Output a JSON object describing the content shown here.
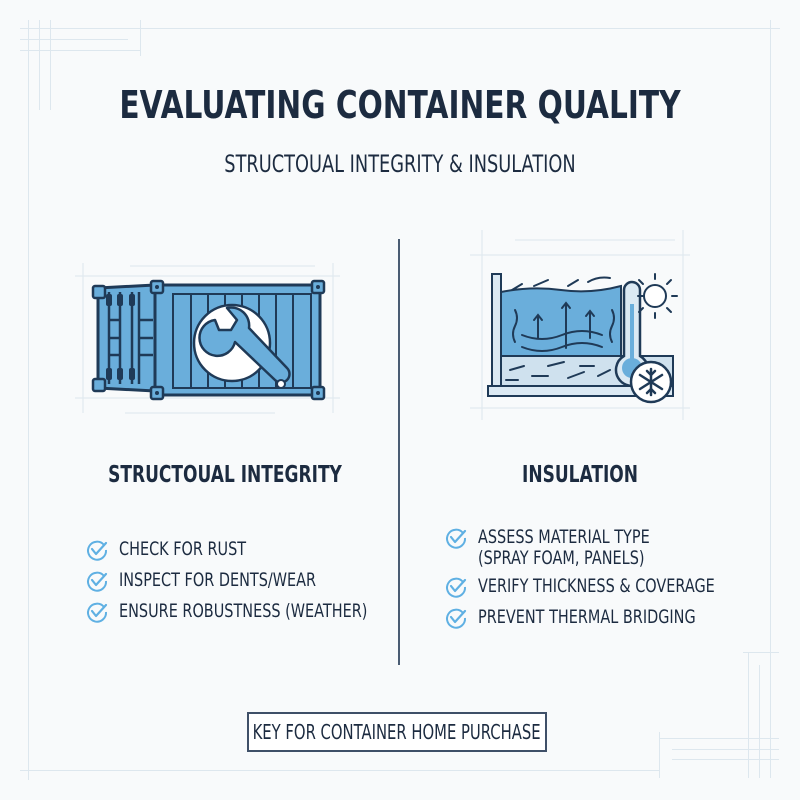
{
  "header": {
    "title": "EVALUATING CONTAINER QUALITY",
    "subtitle": "STRUCTOUAL INTEGRITY & INSULATION"
  },
  "columns": [
    {
      "heading": "STRUCTOUAL INTEGRITY",
      "illustration": "shipping-container-with-wrench",
      "items": [
        {
          "icon": "check-circle-icon",
          "text": "CHECK FOR RUST"
        },
        {
          "icon": "check-circle-icon",
          "text": "INSPECT FOR DENTS/WEAR"
        },
        {
          "icon": "check-circle-icon",
          "text": "ENSURE ROBUSTNESS (WEATHER)"
        }
      ]
    },
    {
      "heading": "INSULATION",
      "illustration": "insulated-wall-with-thermometer-sun-snowflake",
      "items": [
        {
          "icon": "check-circle-icon",
          "text": "ASSESS MATERIAL TYPE",
          "text2": "(SPRAY FOAM, PANELS)"
        },
        {
          "icon": "check-circle-icon",
          "text": "VERIFY THICKNESS & COVERAGE"
        },
        {
          "icon": "check-circle-icon",
          "text": "PREVENT THERMAL BRIDGING"
        }
      ]
    }
  ],
  "footer": {
    "label": "KEY FOR CONTAINER HOME PURCHASE"
  },
  "colors": {
    "text": "#1c2b40",
    "accent_blue": "#6aaedb",
    "outline": "#1f3a57",
    "check": "#5fb0e3",
    "grid_lines": "#dde7ee",
    "background": "#f8fafb"
  }
}
